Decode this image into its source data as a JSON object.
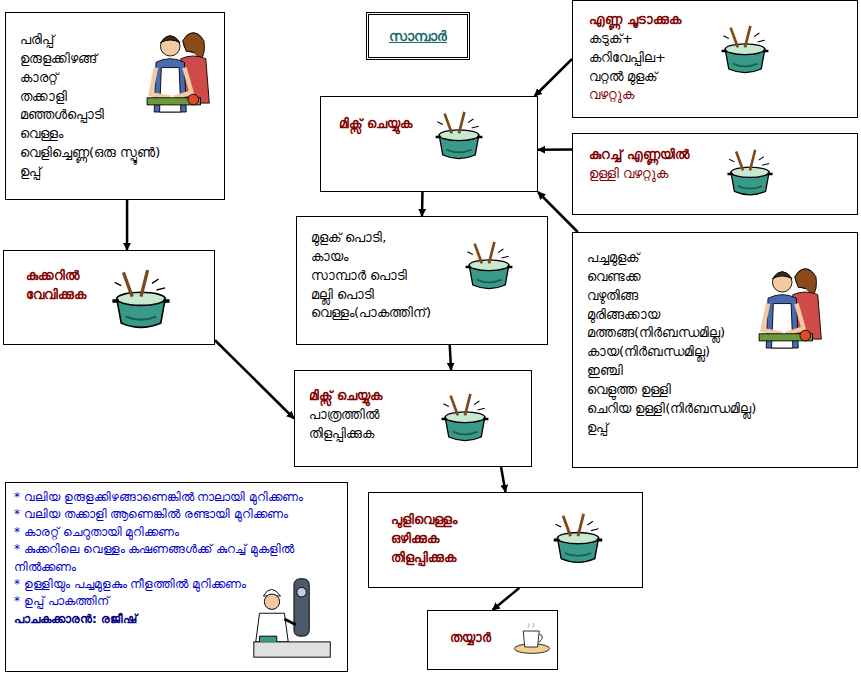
{
  "diagram": {
    "title": "സാമ്പാർ",
    "nodes": [
      {
        "text": [
          "പരിപ്പ്",
          "ഉരുളക്കിഴങ്ങ്",
          "കാരറ്റ്",
          "തക്കാളി",
          "മഞ്ഞൾപ്പൊടി",
          "വെള്ളം",
          "വെളിച്ചെണ്ണ(ഒരു സ്പൂൺ)",
          "ഉപ്പ്"
        ]
      },
      {
        "text": [
          "എണ്ണ ചൂടാക്കുക",
          "കടുക്+",
          "കറിവേപ്പില+",
          "വറ്റൽ മുളക്",
          "വഴറ്റുക"
        ]
      },
      {
        "text": [
          "മിക്സ് ചെയ്യുക"
        ]
      },
      {
        "text": [
          "കുറച്ച് എണ്ണയിൽ",
          "ഉള്ളി വഴറ്റുക"
        ]
      },
      {
        "text": [
          "കുക്കറിൽ വേവിക്കുക"
        ]
      },
      {
        "text": [
          "മുളക് പൊടി,",
          "കായം",
          "സാമ്പാർ പൊടി",
          "മല്ലി പൊടി",
          "വെള്ളം(പാകത്തിന്)"
        ]
      },
      {
        "text": [
          "പച്ചമുളക്",
          "വെണ്ടക്ക",
          "വഴുതിങ്ങ",
          "മുരിങ്ങക്കായ",
          "മത്തങ്ങ(നിർബന്ധമില്ല)",
          "കായ(നിർബന്ധമില്ല)",
          "ഇഞ്ചി",
          "വെളുത്ത ഉള്ളി",
          "ചെറിയ ഉള്ളി(നിർബന്ധമില്ല)",
          "ഉപ്പ്"
        ]
      },
      {
        "text": [
          "മിക്സ് ചെയ്യുക",
          "പാത്രത്തിൽ തിളപ്പിക്കുക"
        ]
      },
      {
        "text": [
          "* വലിയ ഉരുളക്കിഴങ്ങാണെങ്കിൽ നാലായി മുറിക്കണം",
          "* വലിയ തക്കാളി ആണെങ്കിൽ രണ്ടായി മുറിക്കണം",
          "* കാരറ്റ് ചെറുതായി മുറിക്കണം",
          "* കുക്കറിലെ വെള്ളം കഷണങ്ങൾക്ക് കുറച്ച് മുകളിൽ നിൽക്കണം",
          "* ഉള്ളിയും പച്ചമുളകും നീളത്തിൽ മുറിക്കണം",
          "* ഉപ്പ് പാകത്തിന്",
          "പാചകക്കാരൻ: രജീഷ്"
        ]
      },
      {
        "text": [
          "പുളിവെള്ളം ഒഴിക്കുക തിളപ്പിക്കുക"
        ]
      },
      {
        "text": [
          "തയ്യാർ"
        ]
      }
    ],
    "edges": [
      {
        "from": 0,
        "to": 4,
        "arrow": "to"
      },
      {
        "from": 1,
        "to": 2,
        "arrow": "to"
      },
      {
        "from": 3,
        "to": 2,
        "arrow": "to"
      },
      {
        "from": 6,
        "to": 2,
        "arrow": "to"
      },
      {
        "from": 2,
        "to": 5,
        "arrow": "to"
      },
      {
        "from": 4,
        "to": 7,
        "arrow": "to"
      },
      {
        "from": 5,
        "to": 7,
        "arrow": "to"
      },
      {
        "from": 7,
        "to": 9,
        "arrow": "to"
      },
      {
        "from": 9,
        "to": 10,
        "arrow": "to"
      }
    ]
  }
}
